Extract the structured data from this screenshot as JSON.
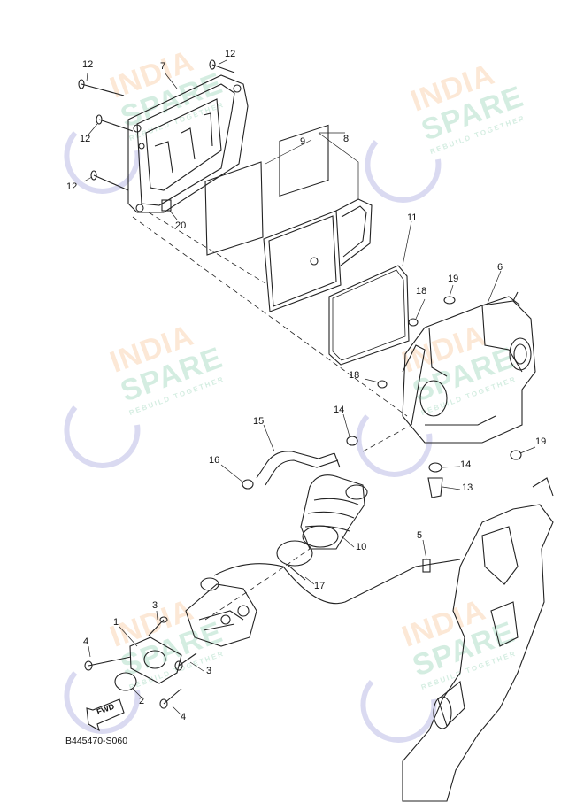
{
  "diagram": {
    "code": "B445470-S060",
    "direction_label": "FWD",
    "callouts": [
      "12",
      "7",
      "12",
      "12",
      "12",
      "20",
      "9",
      "8",
      "11",
      "6",
      "18",
      "19",
      "18",
      "15",
      "14",
      "16",
      "19",
      "14",
      "13",
      "10",
      "5",
      "17",
      "3",
      "1",
      "4",
      "3",
      "2",
      "4"
    ]
  },
  "watermark": {
    "line1": "INDIA",
    "line2": "SPARE",
    "tagline": "REBUILD TOGETHER",
    "colors": {
      "india": "#f29a4a",
      "spare": "#3fb07a",
      "icon": "#6b6bc8"
    }
  }
}
